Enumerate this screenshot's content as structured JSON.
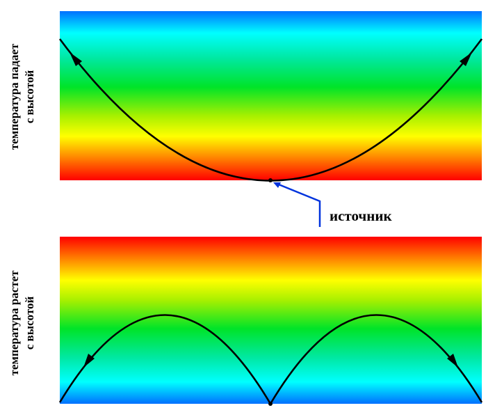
{
  "labels": {
    "top_line1": "температура падает",
    "top_line2": "с высотой",
    "bottom_line1": "температура растет",
    "bottom_line2": "с высотой",
    "source": "источник"
  },
  "colors": {
    "red": "#ff0000",
    "yellow": "#ffff00",
    "green": "#00e428",
    "cyan": "#00ffff",
    "blue": "#0070ff",
    "ray": "#000000",
    "pointer": "#0033dd",
    "text": "#000000"
  },
  "panels": {
    "top": {
      "gradient": "temperature decreases upward: red at bottom, blue at top",
      "ray_shape": "single U-shaped refracted ray with arrows at both ends pointing up-outward"
    },
    "bottom": {
      "gradient": "temperature increases upward: blue at bottom, red at top",
      "ray_shape": "two arched rays leaving the source, arrows pointing down-outward"
    }
  }
}
